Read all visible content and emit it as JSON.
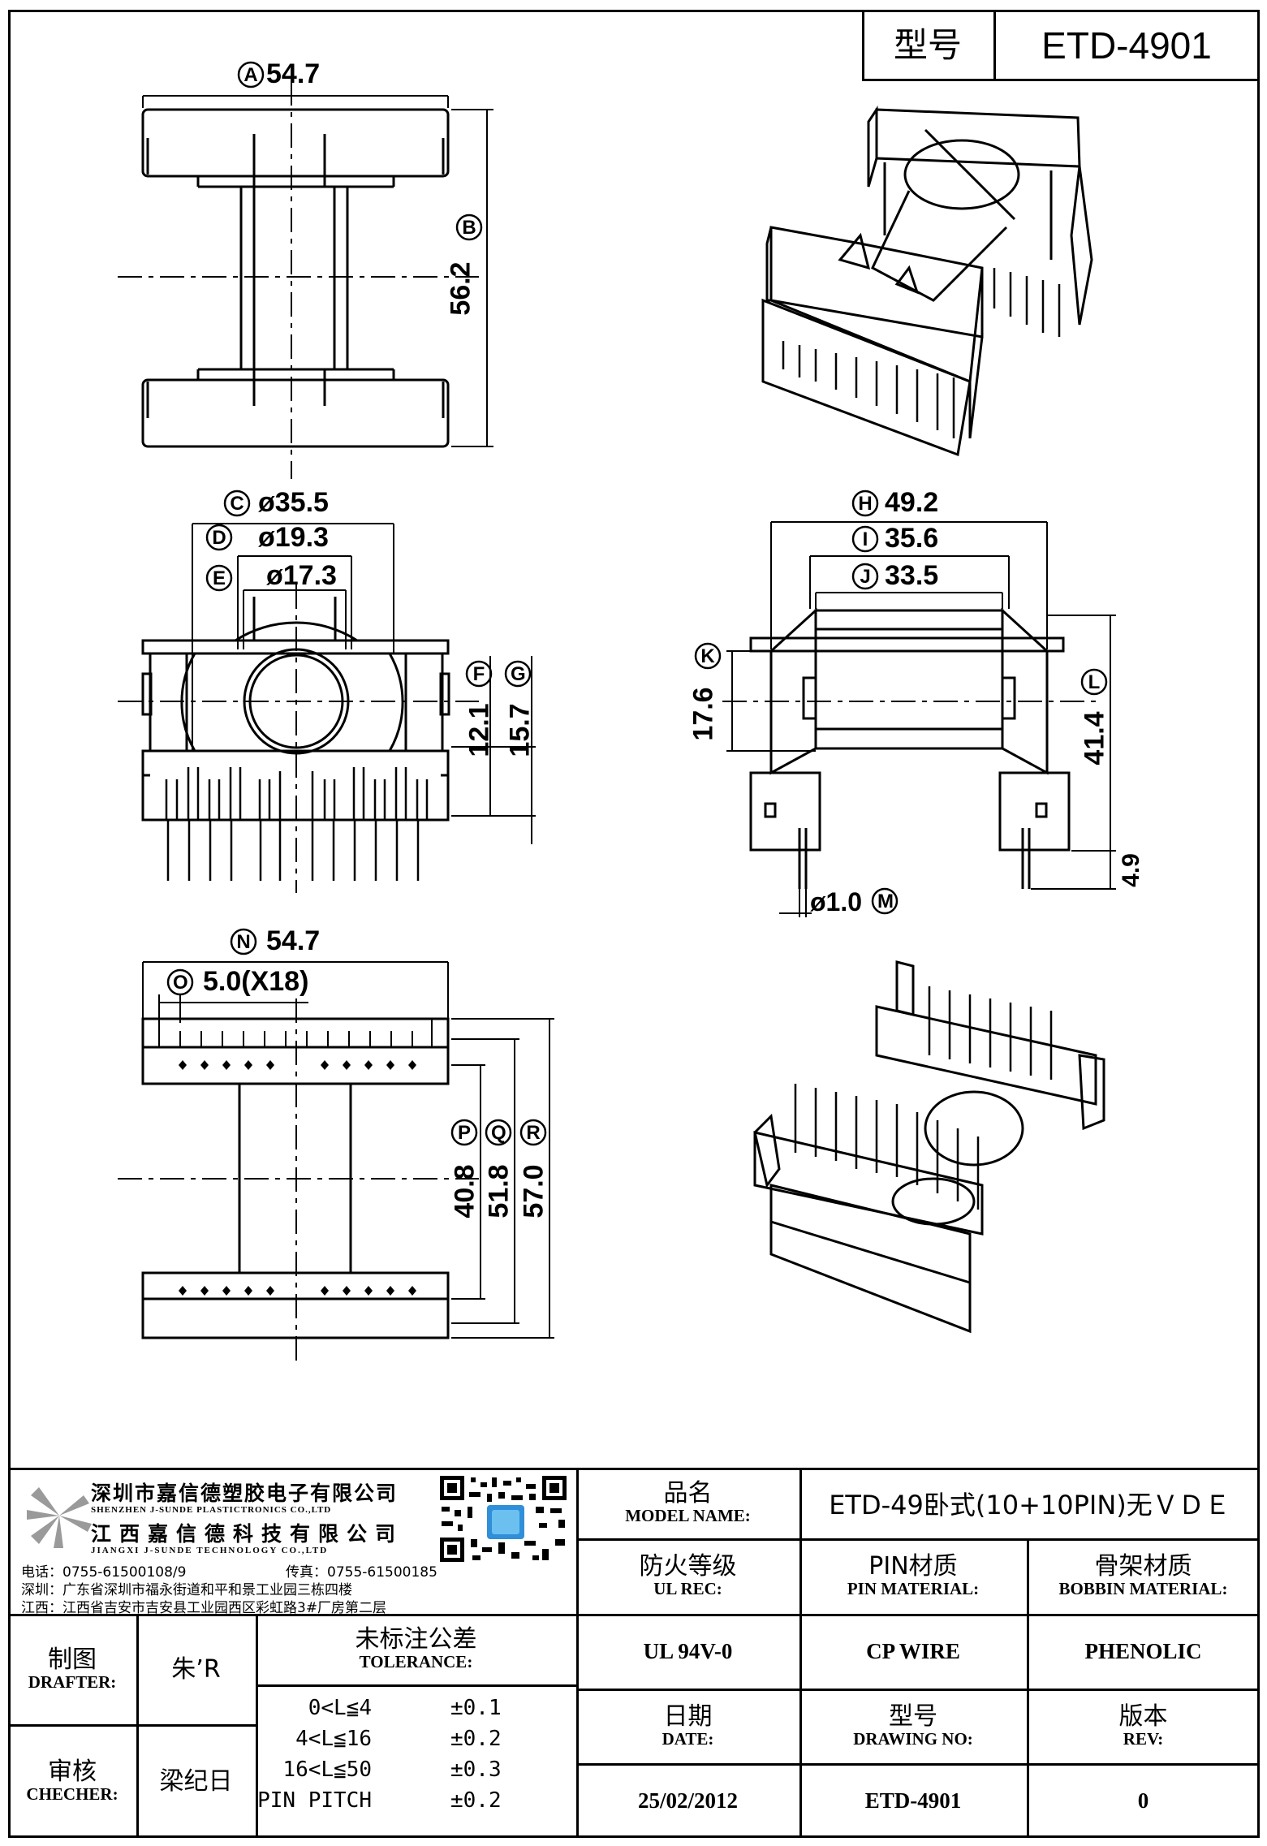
{
  "header": {
    "model_label": "型号",
    "model_value": "ETD-4901"
  },
  "dimensions": {
    "A": "A",
    "A_val": "54.7",
    "B": "B",
    "B_val": "56.2",
    "C": "C",
    "C_val": "ø35.5",
    "D": "D",
    "D_val": "ø19.3",
    "E": "E",
    "E_val": "ø17.3",
    "F": "F",
    "F_val": "12.1",
    "G": "G",
    "G_val": "15.7",
    "H": "H",
    "H_val": "49.2",
    "I": "I",
    "I_val": "35.6",
    "J": "J",
    "J_val": "33.5",
    "K": "K",
    "K_val": "17.6",
    "L": "L",
    "L_val": "41.4",
    "M": "M",
    "M_val": "ø1.0",
    "dim_4_9": "4.9",
    "N": "N",
    "N_val": "54.7",
    "O": "O",
    "O_val": "5.0(X18)",
    "P": "P",
    "P_val": "40.8",
    "Q": "Q",
    "Q_val": "51.8",
    "R": "R",
    "R_val": "57.0"
  },
  "company": {
    "name_cn": "深圳市嘉信德塑胶电子有限公司",
    "name_en": "SHENZHEN J-SUNDE PLASTICTRONICS CO.,LTD",
    "name2_cn": "江西嘉信德科技有限公司",
    "name2_en": "JIANGXI J-SUNDE TECHNOLOGY CO.,LTD",
    "phone": "电话：0755-61500108/9",
    "fax": "传真：0755-61500185",
    "addr_sz": "深圳：广东省深圳市福永街道和平和景工业园三栋四楼",
    "addr_jx": "江西：江西省吉安市吉安县工业园西区彩虹路3#厂房第二层"
  },
  "title_block": {
    "product_name_cn": "品名",
    "product_name_en": "MODEL NAME:",
    "product_name_value": "ETD-49卧式(10+10PIN)无ＶＤＥ",
    "ul_cn": "防火等级",
    "ul_en": "UL REC:",
    "pin_cn": "PIN材质",
    "pin_en": "PIN MATERIAL:",
    "bobbin_cn": "骨架材质",
    "bobbin_en": "BOBBIN MATERIAL:",
    "ul_value": "UL 94V-0",
    "pin_value": "CP WIRE",
    "bobbin_value": "PHENOLIC",
    "date_cn": "日期",
    "date_en": "DATE:",
    "drawing_cn": "型号",
    "drawing_en": "DRAWING NO:",
    "rev_cn": "版本",
    "rev_en": "REV:",
    "date_value": "25/02/2012",
    "drawing_value": "ETD-4901",
    "rev_value": "0",
    "drafter_cn": "制图",
    "drafter_en": "DRAFTER:",
    "drafter_value": "朱’R",
    "checker_cn": "审核",
    "checker_en": "CHECHER:",
    "checker_value": "梁纪日",
    "tolerance_cn": "未标注公差",
    "tolerance_en": "TOLERANCE:",
    "tolerance_rows": [
      {
        "range": "0<L≦4",
        "value": "±0.1"
      },
      {
        "range": "4<L≦16",
        "value": "±0.2"
      },
      {
        "range": "16<L≦50",
        "value": "±0.3"
      },
      {
        "range": "PIN PITCH",
        "value": "±0.2"
      }
    ]
  }
}
